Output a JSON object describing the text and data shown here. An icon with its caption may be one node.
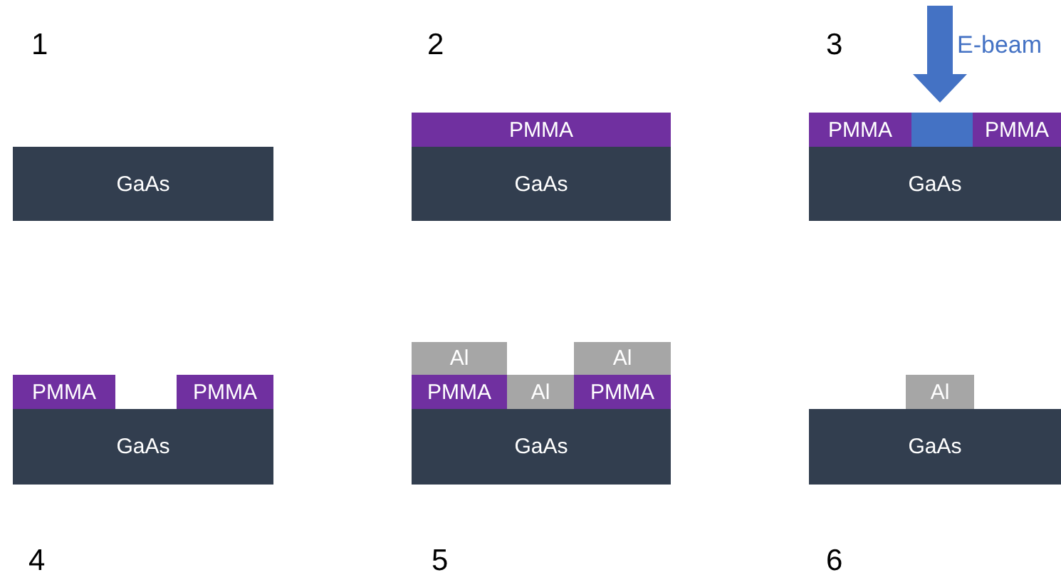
{
  "diagram": {
    "nodes": [
      {
        "text": [
          "GaAs"
        ]
      },
      {
        "text": [
          "PMMA"
        ]
      },
      {
        "text": [
          "GaAs"
        ]
      },
      {
        "text": [
          "PMMA"
        ]
      },
      {
        "text": [],
        "shape": "box"
      },
      {
        "text": [
          "PMMA"
        ]
      },
      {
        "text": [
          "GaAs"
        ]
      },
      {
        "text": [
          "PMMA"
        ]
      },
      {
        "text": [
          "PMMA"
        ]
      },
      {
        "text": [
          "GaAs"
        ]
      },
      {
        "text": [
          "Al"
        ]
      },
      {
        "text": [
          "Al"
        ]
      },
      {
        "text": [
          "PMMA"
        ]
      },
      {
        "text": [
          "Al"
        ]
      },
      {
        "text": [
          "PMMA"
        ]
      },
      {
        "text": [
          "GaAs"
        ]
      },
      {
        "text": [
          "Al"
        ]
      },
      {
        "text": [
          "GaAs"
        ]
      }
    ],
    "edges": [],
    "labels": [
      "1",
      "2",
      "3",
      "E-beam",
      "4",
      "5",
      "6"
    ]
  }
}
